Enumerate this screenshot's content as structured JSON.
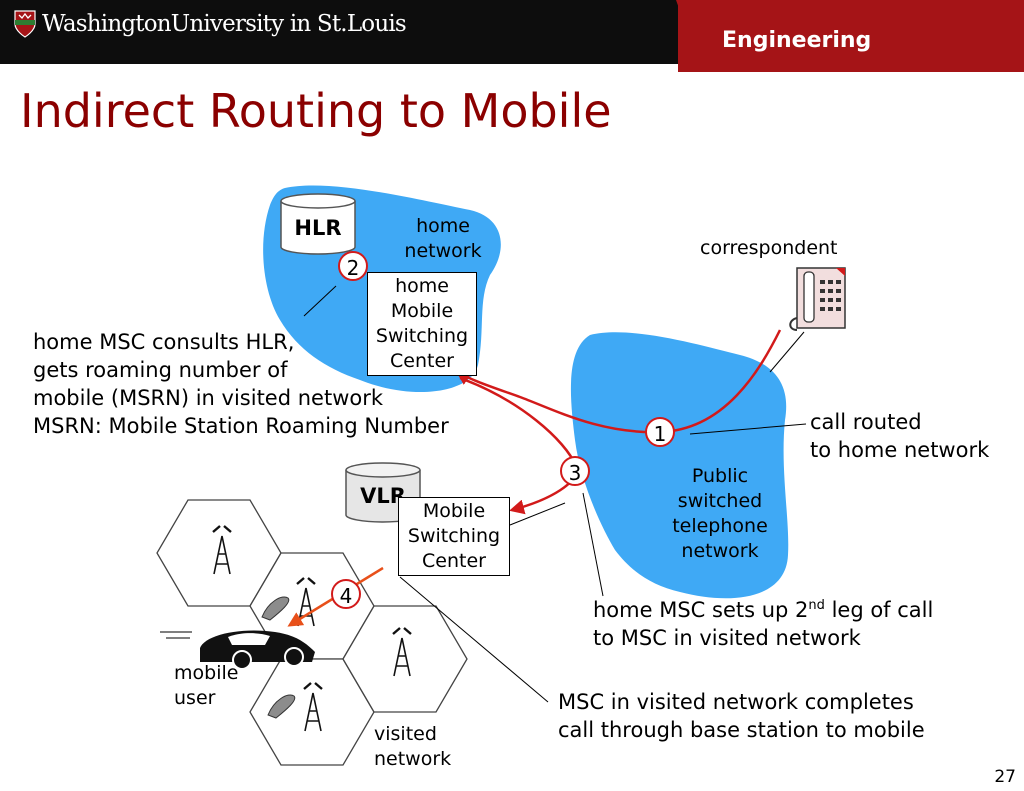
{
  "header": {
    "university": "WashingtonUniversity in St.Louis",
    "school": "Engineering"
  },
  "title": "Indirect Routing to Mobile",
  "labels": {
    "hlr": "HLR",
    "vlr": "VLR",
    "home_network": [
      "home",
      "network"
    ],
    "home_msc": [
      "home",
      "Mobile",
      "Switching",
      "Center"
    ],
    "visited_msc": [
      "Mobile",
      "Switching",
      "Center"
    ],
    "pstn": [
      "Public",
      "switched",
      "telephone",
      "network"
    ],
    "correspondent": "correspondent",
    "mobile_user": [
      "mobile",
      "user"
    ],
    "visited_network": [
      "visited",
      "network"
    ]
  },
  "steps": [
    "1",
    "2",
    "3",
    "4"
  ],
  "annotations": {
    "hlr_consult": [
      "home MSC consults HLR,",
      "gets roaming number of",
      "mobile (MSRN) in visited network",
      "MSRN: Mobile Station Roaming Number"
    ],
    "call_routed": [
      "call routed",
      "to home network"
    ],
    "second_leg_prefix": "home MSC sets up 2",
    "second_leg_sup": "nd",
    "second_leg_suffix": " leg of call",
    "second_leg_line2": "to MSC in visited network",
    "completes": [
      "MSC in visited network completes",
      "call through base station to mobile"
    ]
  },
  "page_number": "27",
  "colors": {
    "header_bg": "#0d0d0d",
    "engineering_band": "#a51417",
    "title": "#8b0000",
    "cloud": "#3fa9f5",
    "call_path": "#d21a1a",
    "step_4_arrow": "#e8501a"
  }
}
